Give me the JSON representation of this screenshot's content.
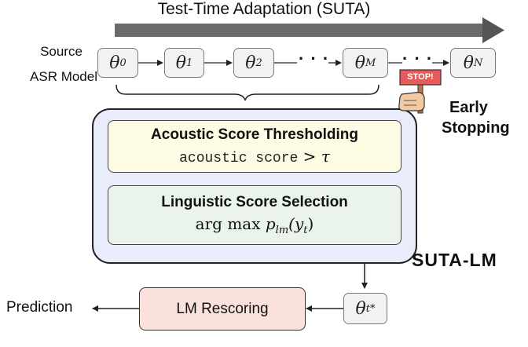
{
  "title": "Test-Time Adaptation (SUTA)",
  "source_label_line1": "Source",
  "source_label_line2": "ASR Model",
  "thetas": {
    "t0": "0",
    "t1": "1",
    "t2": "2",
    "tM": "M",
    "tN": "N",
    "tstar": "t*"
  },
  "theta_symbol": "θ",
  "dots": "· · ·",
  "stop_sign": "STOP!",
  "early_stopping_line1": "Early",
  "early_stopping_line2": "Stopping",
  "acoustic": {
    "title": "Acoustic Score Thresholding",
    "formula_text": "acoustic score",
    "formula_op": " > ",
    "formula_var": "τ"
  },
  "linguistic": {
    "title": "Linguistic Score Selection",
    "formula_prefix": "arg max ",
    "formula_p": "p",
    "formula_sub": "lm",
    "formula_arg": "(y",
    "formula_arg_sub": "t",
    "formula_close": ")"
  },
  "suta_lm_label": "SUTA-LM",
  "lm_rescoring": "LM Rescoring",
  "prediction": "Prediction",
  "colors": {
    "arrow_bar": "#6b6b6b",
    "outer_box_fill": "#e9ecfb",
    "acoustic_fill": "#fdfbe3",
    "linguistic_fill": "#eaf4ec",
    "lm_fill": "#fbe1dc",
    "stop_sign": "#e85a5a"
  }
}
